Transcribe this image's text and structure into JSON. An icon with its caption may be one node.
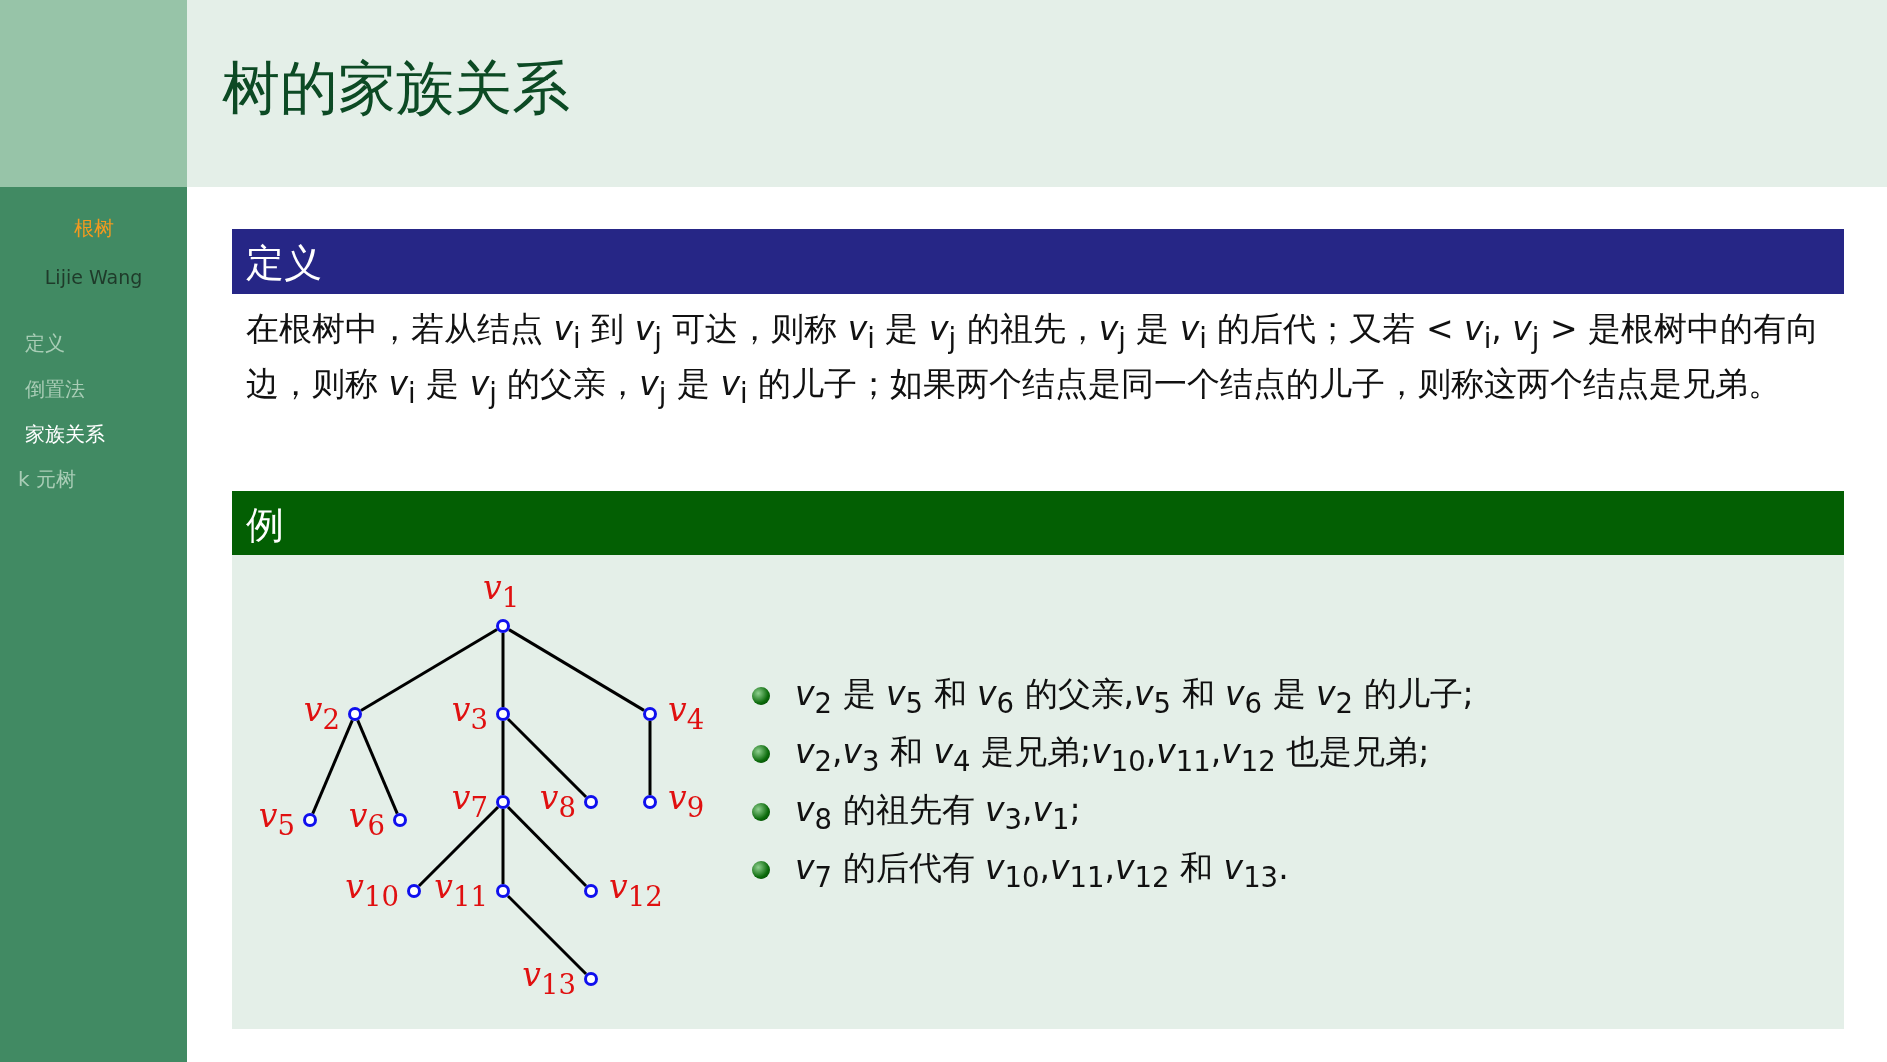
{
  "diagram": {
    "title": "树的家族关系",
    "nodes": [
      {
        "text": [],
        "shape": "circle",
        "beside": [
          "*v*$_{1}$"
        ]
      },
      {
        "text": [],
        "shape": "circle",
        "beside": [
          "*v*$_{2}$"
        ]
      },
      {
        "text": [],
        "shape": "circle",
        "beside": [
          "*v*$_{3}$"
        ]
      },
      {
        "text": [],
        "shape": "circle",
        "beside": [
          "*v*$_{4}$"
        ]
      },
      {
        "text": [],
        "shape": "circle",
        "beside": [
          "*v*$_{5}$"
        ]
      },
      {
        "text": [],
        "shape": "circle",
        "beside": [
          "*v*$_{6}$"
        ]
      },
      {
        "text": [],
        "shape": "circle",
        "beside": [
          "*v*$_{7}$"
        ]
      },
      {
        "text": [],
        "shape": "circle",
        "beside": [
          "*v*$_{8}$"
        ]
      },
      {
        "text": [],
        "shape": "circle",
        "beside": [
          "*v*$_{9}$"
        ]
      },
      {
        "text": [],
        "shape": "circle",
        "beside": [
          "*v*$_{10}$"
        ]
      },
      {
        "text": [],
        "shape": "circle",
        "beside": [
          "*v*$_{11}$"
        ]
      },
      {
        "text": [],
        "shape": "circle",
        "beside": [
          "*v*$_{12}$"
        ]
      },
      {
        "text": [],
        "shape": "circle",
        "beside": [
          "*v*$_{13}$"
        ]
      }
    ],
    "edges": [
      {
        "from": 0,
        "to": 1,
        "arrow": "none"
      },
      {
        "from": 0,
        "to": 2,
        "arrow": "none"
      },
      {
        "from": 0,
        "to": 3,
        "arrow": "none"
      },
      {
        "from": 1,
        "to": 4,
        "arrow": "none"
      },
      {
        "from": 1,
        "to": 5,
        "arrow": "none"
      },
      {
        "from": 2,
        "to": 6,
        "arrow": "none"
      },
      {
        "from": 2,
        "to": 7,
        "arrow": "none"
      },
      {
        "from": 3,
        "to": 8,
        "arrow": "none"
      },
      {
        "from": 6,
        "to": 9,
        "arrow": "none"
      },
      {
        "from": 6,
        "to": 10,
        "arrow": "none"
      },
      {
        "from": 6,
        "to": 11,
        "arrow": "none"
      },
      {
        "from": 10,
        "to": 12,
        "arrow": "none"
      }
    ],
    "labels": [
      "根树",
      "Lijie Wang",
      "定义",
      "倒置法",
      "家族关系",
      "k 元树",
      "定义",
      "在根树中，若从结点 *v*$_{i}$ 到 *v*$_{j}$ 可达，则称 *v*$_{i}$ 是 *v*$_{j}$ 的祖先，*v*$_{j}$ 是 *v*$_{i}$ 的后代；又若 < *v*$_{i}$, *v*$_{j}$ > 是根树中的有向边，则称 *v*$_{i}$ 是 *v*$_{j}$ 的父亲，*v*$_{j}$ 是 *v*$_{i}$ 的儿子；如果两个结点是同一个结点的儿子，则称这两个结点是兄弟。",
      "例",
      "*v*$_{2}$ 是 *v*$_{5}$ 和 *v*$_{6}$ 的父亲,*v*$_{5}$ 和 *v*$_{6}$ 是 *v*$_{2}$ 的儿子;",
      "*v*$_{2}$,*v*$_{3}$ 和 *v*$_{4}$ 是兄弟;*v*$_{10}$,*v*$_{11}$,*v*$_{12}$ 也是兄弟;",
      "*v*$_{8}$ 的祖先有 *v*$_{3}$,*v*$_{1}$;",
      "*v*$_{7}$ 的后代有 *v*$_{10}$,*v*$_{11}$,*v*$_{12}$ 和 *v*$_{13}$."
    ]
  }
}
